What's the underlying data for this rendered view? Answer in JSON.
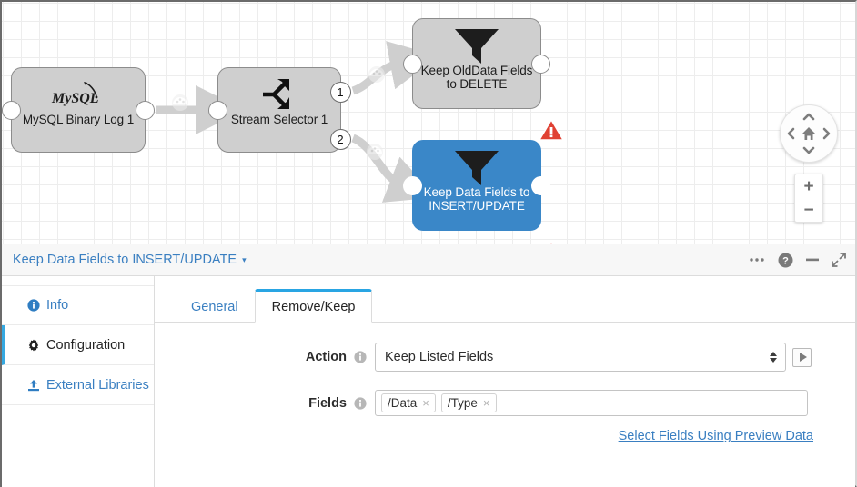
{
  "canvas": {
    "nodes": [
      {
        "id": "mysql-binary-log-1",
        "label": "MySQL Binary Log 1",
        "icon": "mysql-dolphin-logo",
        "selected": false,
        "warning": false,
        "ports_in": 1,
        "ports_out": 1
      },
      {
        "id": "stream-selector-1",
        "label": "Stream Selector 1",
        "icon": "stream-split-arrows-icon",
        "selected": false,
        "warning": false,
        "ports_in": 1,
        "ports_out": 2,
        "out_port_labels": [
          "1",
          "2"
        ]
      },
      {
        "id": "keep-olddata-fields-to-delete",
        "label": "Keep OldData Fields to DELETE",
        "label_line1": "Keep OldData Fields",
        "label_line2": "to DELETE",
        "icon": "funnel-filter-icon",
        "selected": false,
        "warning": true,
        "ports_in": 1,
        "ports_out": 1
      },
      {
        "id": "keep-data-fields-to-insert-update",
        "label": "Keep Data Fields to INSERT/UPDATE",
        "label_line1": "Keep Data Fields to",
        "label_line2": "INSERT/UPDATE",
        "icon": "funnel-filter-icon",
        "selected": true,
        "warning": true,
        "ports_in": 1,
        "ports_out": 1
      }
    ],
    "connections": [
      {
        "from": "mysql-binary-log-1",
        "to": "stream-selector-1",
        "badge": "gauge-icon"
      },
      {
        "from": "stream-selector-1:1",
        "to": "keep-olddata-fields-to-delete",
        "badge": "gauge-icon"
      },
      {
        "from": "stream-selector-1:2",
        "to": "keep-data-fields-to-insert-update",
        "badge": "gauge-icon"
      }
    ],
    "controls": {
      "pan": {
        "home": "home-icon",
        "up": "chevron-up-icon",
        "down": "chevron-down-icon",
        "left": "chevron-left-icon",
        "right": "chevron-right-icon"
      },
      "zoom_in": "+",
      "zoom_out": "−"
    },
    "colors": {
      "node_fill": "#cfcfcf",
      "node_selected_fill": "#3a87c8",
      "warning": "#e04133",
      "grid": "#ededed"
    }
  },
  "panel": {
    "title": "Keep Data Fields to INSERT/UPDATE",
    "title_caret": "▾",
    "actions": [
      {
        "name": "more-options",
        "icon": "ellipsis-icon"
      },
      {
        "name": "help",
        "icon": "question-circle-icon"
      },
      {
        "name": "minimize",
        "icon": "minus-icon"
      },
      {
        "name": "maximize",
        "icon": "expand-arrows-icon"
      }
    ],
    "sidebar": {
      "items": [
        {
          "label": "Info",
          "icon": "info-circle-icon",
          "active": false
        },
        {
          "label": "Configuration",
          "icon": "gear-icon",
          "active": true
        },
        {
          "label": "External Libraries",
          "icon": "upload-icon",
          "active": false
        }
      ]
    },
    "tabs": [
      {
        "label": "General",
        "active": false
      },
      {
        "label": "Remove/Keep",
        "active": true
      }
    ],
    "form": {
      "action": {
        "label": "Action",
        "info_icon": "info-circle-icon",
        "value": "Keep Listed Fields",
        "expression_button_icon": "play-icon"
      },
      "fields": {
        "label": "Fields",
        "info_icon": "info-circle-icon",
        "chips": [
          {
            "label": "/Data",
            "remove": "×"
          },
          {
            "label": "/Type",
            "remove": "×"
          }
        ]
      },
      "preview_link": "Select Fields Using Preview Data"
    },
    "accent_color": "#3a7fc1"
  }
}
